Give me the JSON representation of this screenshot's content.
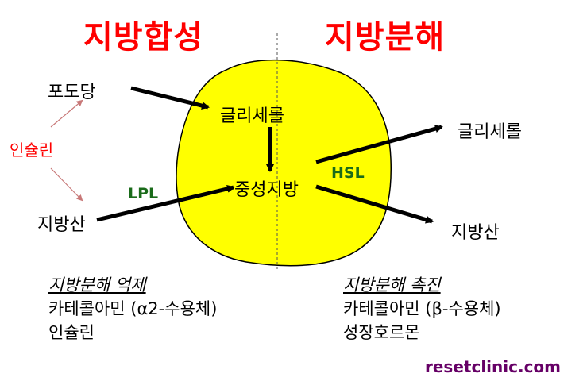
{
  "titles": {
    "synthesis": "지방합성",
    "lipolysis": "지방분해"
  },
  "nodes": {
    "glucose": "포도당",
    "fatty_acid_in": "지방산",
    "insulin": "인슐린",
    "glycerol_center": "글리세롤",
    "triglyceride": "중성지방",
    "glycerol_out": "글리세롤",
    "fatty_acid_out": "지방산"
  },
  "enzymes": {
    "lpl": "LPL",
    "hsl": "HSL"
  },
  "inhibition": {
    "heading": "지방분해 억제",
    "items": [
      "카테콜아민 (α2-수용체)",
      "인슐린"
    ]
  },
  "promotion": {
    "heading": "지방분해 촉진",
    "items": [
      "카테콜아민 (β-수용체)",
      "성장호르몬"
    ]
  },
  "watermark": "resetclinic.com",
  "colors": {
    "title": "#ff0000",
    "cell_fill": "#ffff00",
    "enzyme": "#1a6b1a",
    "insulin_arrow": "#c87878",
    "watermark": "#660066"
  }
}
